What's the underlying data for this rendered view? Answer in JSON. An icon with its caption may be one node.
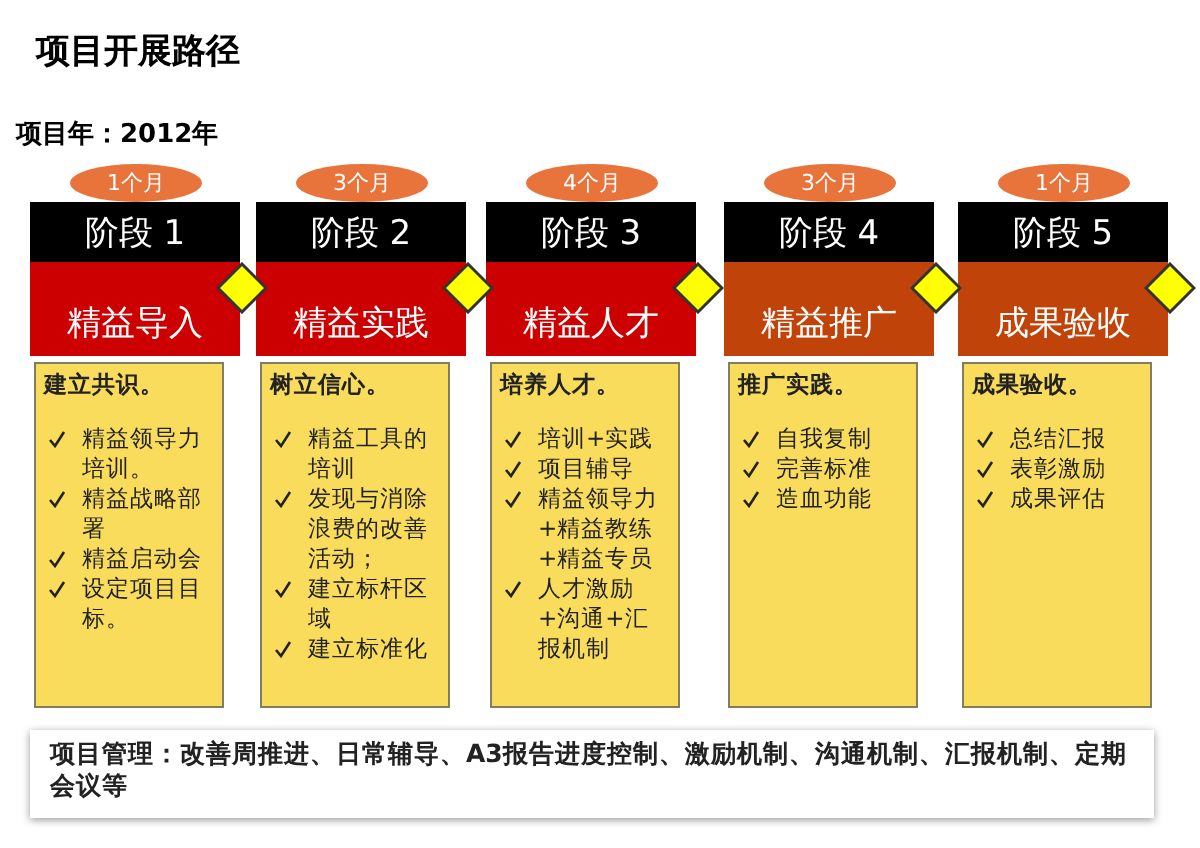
{
  "diagram": {
    "title": "项目开展路径",
    "nodes": [
      {
        "text": [
          "1个月"
        ]
      },
      {
        "text": [
          "3个月"
        ]
      },
      {
        "text": [
          "4个月"
        ]
      },
      {
        "text": [
          "3个月"
        ]
      },
      {
        "text": [
          "1个月"
        ]
      },
      {
        "text": [
          "阶段 1",
          "精益导入"
        ]
      },
      {
        "text": [
          "阶段 2",
          "精益实践"
        ]
      },
      {
        "text": [
          "阶段 3",
          "精益人才"
        ]
      },
      {
        "text": [
          "阶段 4",
          "精益推广"
        ]
      },
      {
        "text": [
          "阶段 5",
          "成果验收"
        ]
      },
      {
        "text": [],
        "shape": "diamond"
      },
      {
        "text": [],
        "shape": "diamond"
      },
      {
        "text": [],
        "shape": "diamond"
      },
      {
        "text": [],
        "shape": "diamond"
      },
      {
        "text": [],
        "shape": "diamond"
      },
      {
        "text": [
          "建立共识。",
          "精益领导力培训。",
          "精益战略部署",
          "精益启动会",
          "设定项目目标。"
        ]
      },
      {
        "text": [
          "树立信心。",
          "精益工具的培训",
          "发现与消除浪费的改善活动；",
          "建立标杆区域",
          "建立标准化"
        ]
      },
      {
        "text": [
          "培养人才。",
          "培训+实践",
          "项目辅导",
          "精益领导力+精益教练+精益专员",
          "人才激励+沟通+汇报机制"
        ]
      },
      {
        "text": [
          "推广实践。",
          "自我复制",
          "完善标准",
          "造血功能"
        ]
      },
      {
        "text": [
          "成果验收。",
          "总结汇报",
          "表彰激励",
          "成果评估"
        ]
      },
      {
        "text": [
          "项目管理：改善周推进、日常辅导、A3报告进度控制、激励机制、沟通机制、汇报机制、定期会议等"
        ]
      }
    ],
    "edges": [],
    "labels": [
      "项目年：2012年"
    ]
  }
}
